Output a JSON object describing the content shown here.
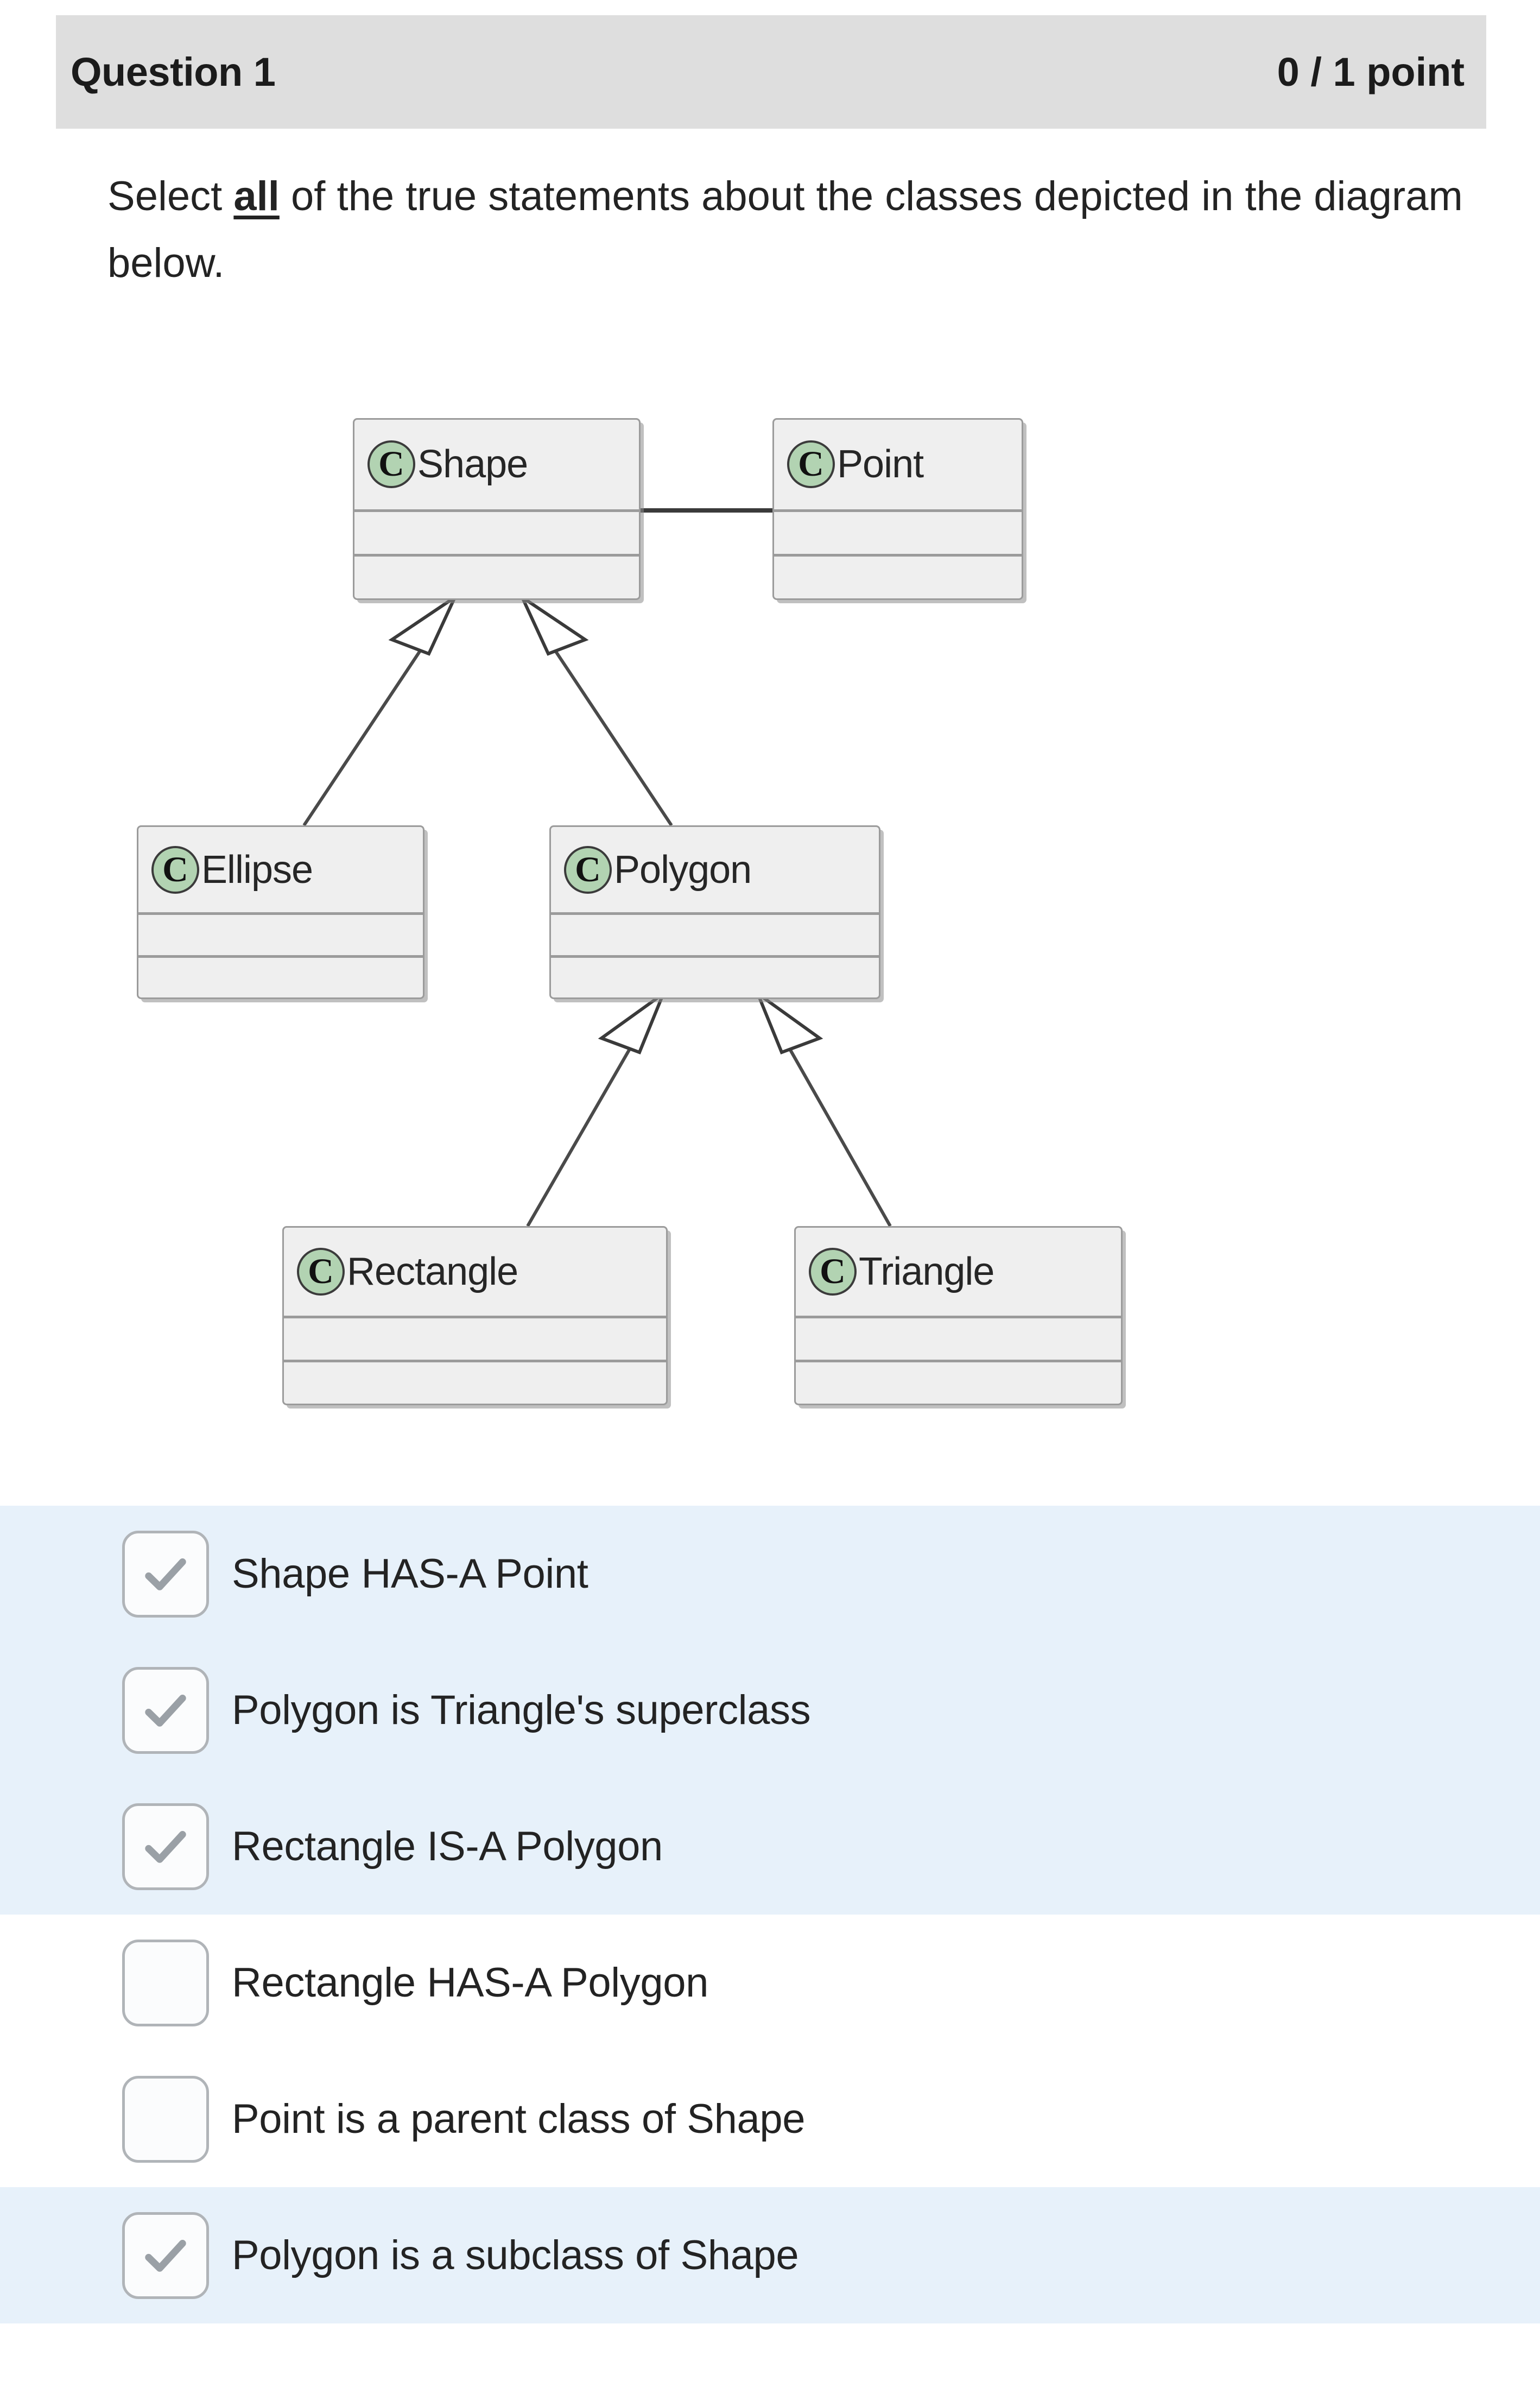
{
  "header": {
    "title": "Question 1",
    "points": "0 / 1 point"
  },
  "prompt": {
    "before": "Select ",
    "emphasis": "all",
    "after": " of the true statements about the classes depicted in the diagram below."
  },
  "diagram": {
    "type": "uml-class-diagram",
    "class_stereotype_icon": "class-c-icon",
    "icon_color": "#b2d3b2",
    "classes": [
      {
        "id": "shape",
        "name": "Shape"
      },
      {
        "id": "point",
        "name": "Point"
      },
      {
        "id": "ellipse",
        "name": "Ellipse"
      },
      {
        "id": "polygon",
        "name": "Polygon"
      },
      {
        "id": "rectangle",
        "name": "Rectangle"
      },
      {
        "id": "triangle",
        "name": "Triangle"
      }
    ],
    "relationships": [
      {
        "type": "association",
        "from": "Shape",
        "to": "Point"
      },
      {
        "type": "generalization",
        "from": "Ellipse",
        "to": "Shape"
      },
      {
        "type": "generalization",
        "from": "Polygon",
        "to": "Shape"
      },
      {
        "type": "generalization",
        "from": "Rectangle",
        "to": "Polygon"
      },
      {
        "type": "generalization",
        "from": "Triangle",
        "to": "Polygon"
      }
    ]
  },
  "options": [
    {
      "label": "Shape HAS-A Point",
      "checked": true
    },
    {
      "label": "Polygon is Triangle's superclass",
      "checked": true
    },
    {
      "label": "Rectangle IS-A Polygon",
      "checked": true
    },
    {
      "label": "Rectangle HAS-A Polygon",
      "checked": false
    },
    {
      "label": "Point is a parent class of Shape",
      "checked": false
    },
    {
      "label": "Polygon is a subclass of Shape",
      "checked": true
    }
  ],
  "colors": {
    "header_background": "#dedede",
    "selected_row_background": "#e7f1fa",
    "checkmark": "#9aa0a6",
    "uml_box_fill": "#efefef",
    "uml_box_border": "#9b9b9b"
  }
}
